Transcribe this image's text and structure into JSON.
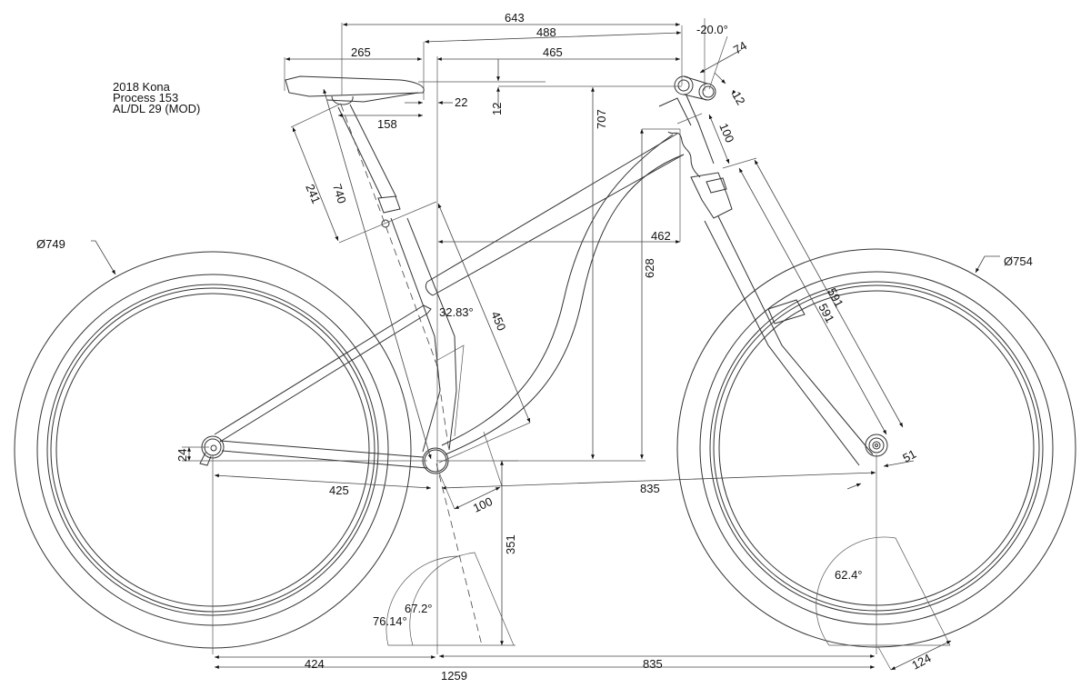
{
  "title": {
    "line1": "2018 Kona",
    "line2": "Process 153",
    "line3": "AL/DL 29 (MOD)"
  },
  "wheels": {
    "rear_diameter": "Ø749",
    "front_diameter": "Ø754"
  },
  "dimensions": {
    "saddle_to_bar": "643",
    "saddle_nose_to_bar": "488",
    "reach_to_bar": "465",
    "saddle_length": "265",
    "saddle_setback": "158",
    "saddle_nose_offset": "22",
    "bar_drop": "12",
    "stem_angle": "-20.0°",
    "stem_length": "74",
    "bar_rise": "12",
    "head_tube": "100",
    "saddle_height_vertical": "707",
    "stack": "628",
    "reach": "462",
    "seat_tube_ext": "241",
    "seat_height": "740",
    "seat_tube": "450",
    "seat_angle": "32.83°",
    "fork_length_a": "591",
    "fork_length_b": "591",
    "fork_offset": "51",
    "chainstay": "425",
    "bb_drop_rear": "24",
    "bb_offset": "100",
    "front_center": "835",
    "bb_height": "351",
    "seat_angle_actual": "67.2°",
    "seat_angle_effective": "76.14°",
    "head_angle": "62.4°",
    "trail": "124",
    "rear_center_ground": "424",
    "front_center_ground": "835",
    "wheelbase": "1259"
  }
}
